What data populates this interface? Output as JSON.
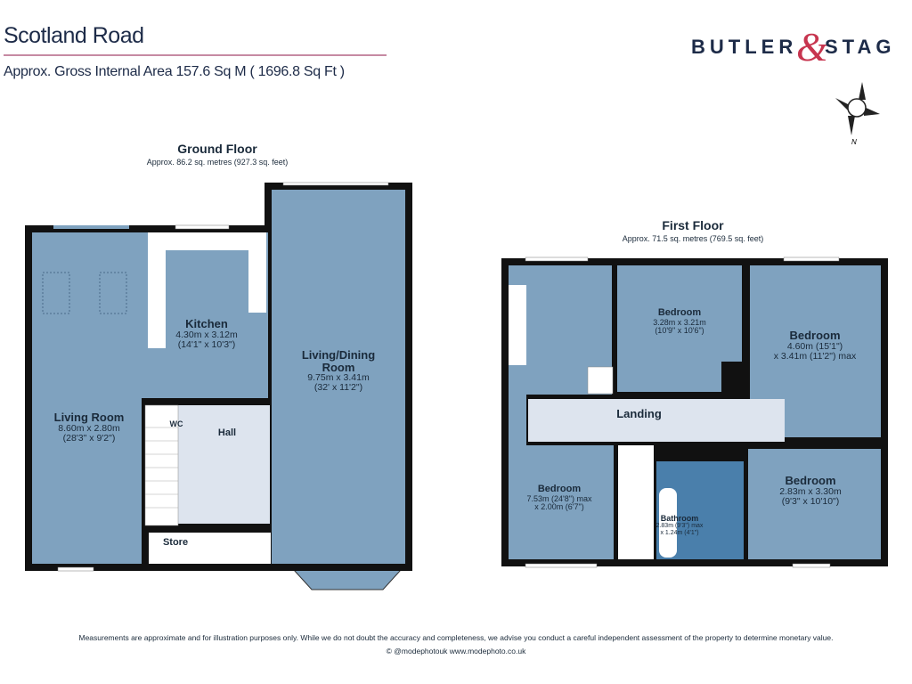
{
  "header": {
    "title": "Scotland Road",
    "subtitle": "Approx. Gross Internal Area 157.6 Sq M ( 1696.8 Sq Ft )",
    "logo": {
      "word1": "BUTLER",
      "amp": "&",
      "word2": "STAG"
    },
    "compass_label": "N"
  },
  "colors": {
    "room": "#7fa2bf",
    "hall": "#dde4ee",
    "bathroom": "#4a7fab",
    "wall": "#111111",
    "accent": "#c7354f",
    "navy": "#1d2b48"
  },
  "ground_floor": {
    "title": "Ground Floor",
    "area": "Approx. 86.2 sq. metres (927.3 sq. feet)",
    "rooms": [
      {
        "name": "Living Room",
        "dims": [
          "8.60m x 2.80m",
          "(28'3\" x 9'2\")"
        ]
      },
      {
        "name": "Kitchen",
        "dims": [
          "4.30m x 3.12m",
          "(14'1\" x 10'3\")"
        ]
      },
      {
        "name": "Living/Dining Room",
        "dims": [
          "9.75m x 3.41m",
          "(32' x 11'2\")"
        ]
      },
      {
        "name": "WC"
      },
      {
        "name": "Hall"
      },
      {
        "name": "Store"
      }
    ]
  },
  "first_floor": {
    "title": "First Floor",
    "area": "Approx. 71.5 sq. metres (769.5 sq. feet)",
    "rooms": [
      {
        "name": "Bedroom",
        "dims": [
          "3.28m x 3.21m",
          "(10'9\" x 10'6\")"
        ]
      },
      {
        "name": "Bedroom",
        "dims": [
          "4.60m (15'1\")",
          "x 3.41m (11'2\") max"
        ]
      },
      {
        "name": "Landing"
      },
      {
        "name": "Bedroom",
        "dims": [
          "7.53m (24'8\") max",
          "x 2.00m (6'7\")"
        ]
      },
      {
        "name": "Bathroom",
        "dims": [
          "2.83m (9'3\") max",
          "x 1.24m (4'1\")"
        ]
      },
      {
        "name": "Bedroom",
        "dims": [
          "2.83m x 3.30m",
          "(9'3\" x 10'10\")"
        ]
      }
    ]
  },
  "footer": {
    "disclaimer": "Measurements are approximate and for illustration purposes only.  While we do not doubt the accuracy and completeness, we advise you conduct a careful independent assessment of the property to determine monetary value.",
    "credit": "© @modephotouk www.modephoto.co.uk"
  }
}
